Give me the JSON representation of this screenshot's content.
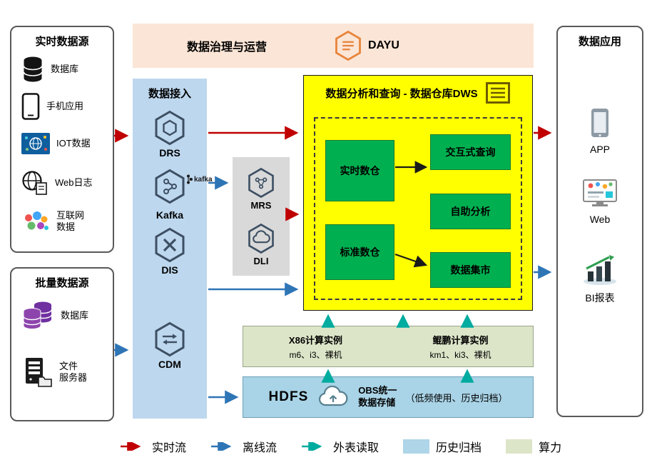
{
  "colors": {
    "realtime_flow": "#c00000",
    "offline_flow": "#2e75b6",
    "external_read": "#00ab9f",
    "archive_swatch": "#aed5e8",
    "compute_swatch": "#dce5c8",
    "dws_bg": "#ffff00",
    "green_node": "#00b050",
    "ingestion_bg": "#bdd7ee",
    "banner_bg": "#fbe5d6",
    "middleware_bg": "#d9d9d9"
  },
  "realtime_sources": {
    "title": "实时数据源",
    "items": [
      {
        "label": "数据库",
        "icon": "database-icon"
      },
      {
        "label": "手机应用",
        "icon": "phone-icon"
      },
      {
        "label": "IOT数据",
        "icon": "iot-icon"
      },
      {
        "label": "Web日志",
        "icon": "weblog-icon"
      },
      {
        "label": "互联网\n数据",
        "icon": "internet-data-icon"
      }
    ]
  },
  "batch_sources": {
    "title": "批量数据源",
    "items": [
      {
        "label": "数据库",
        "icon": "database-purple-icon"
      },
      {
        "label": "文件\n服务器",
        "icon": "file-server-icon"
      }
    ]
  },
  "governance": {
    "title": "数据治理与运营",
    "brand": "DAYU"
  },
  "ingestion": {
    "title": "数据接入",
    "items": [
      {
        "label": "DRS"
      },
      {
        "label": "Kafka",
        "brand": "kafka"
      },
      {
        "label": "DIS"
      },
      {
        "label": "CDM"
      }
    ]
  },
  "middleware": {
    "items": [
      {
        "label": "MRS"
      },
      {
        "label": "DLI"
      }
    ]
  },
  "dws": {
    "title": "数据分析和查询 - 数据仓库DWS",
    "warehouses": [
      {
        "label": "实时数仓"
      },
      {
        "label": "标准数仓"
      }
    ],
    "services": [
      {
        "label": "交互式查询"
      },
      {
        "label": "自助分析"
      },
      {
        "label": "数据集市"
      }
    ]
  },
  "compute": {
    "clusters": [
      {
        "title": "X86计算实例",
        "detail": "m6、i3、裸机"
      },
      {
        "title": "鲲鹏计算实例",
        "detail": "km1、ki3、裸机"
      }
    ]
  },
  "storage": {
    "title": "HDFS",
    "obs_label": "OBS统一\n数据存储",
    "note": "（低频使用、历史归档）"
  },
  "applications": {
    "title": "数据应用",
    "items": [
      {
        "label": "APP"
      },
      {
        "label": "Web"
      },
      {
        "label": "BI报表"
      }
    ]
  },
  "legend": {
    "items": [
      {
        "label": "实时流",
        "type": "arrow",
        "color": "#c00000"
      },
      {
        "label": "离线流",
        "type": "arrow",
        "color": "#2e75b6"
      },
      {
        "label": "外表读取",
        "type": "arrow",
        "color": "#00ab9f"
      },
      {
        "label": "历史归档",
        "type": "swatch",
        "color": "#aed5e8"
      },
      {
        "label": "算力",
        "type": "swatch",
        "color": "#dce5c8"
      }
    ]
  }
}
